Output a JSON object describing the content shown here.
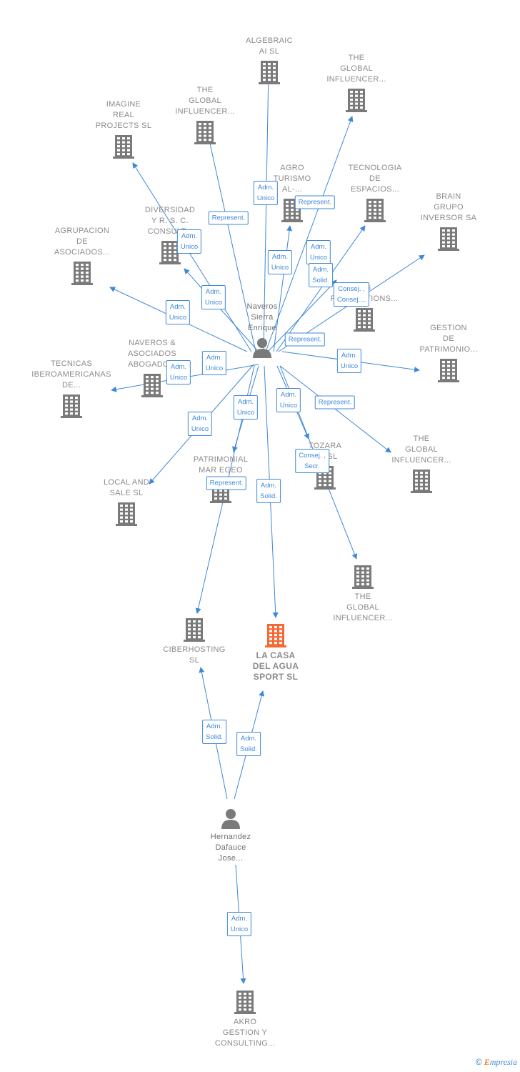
{
  "colors": {
    "edge": "#3f88d8",
    "company": "#7a7a7a",
    "highlight": "#f46a35",
    "person": "#7a7a7a"
  },
  "nodes": [
    {
      "id": "algebraic",
      "type": "company",
      "label": "ALGEBRAIC\nAI  SL"
    },
    {
      "id": "global1",
      "type": "company",
      "label": "THE\nGLOBAL\nINFLUENCER..."
    },
    {
      "id": "global2",
      "type": "company",
      "label": "THE\nGLOBAL\nINFLUENCER..."
    },
    {
      "id": "imagine",
      "type": "company",
      "label": "IMAGINE\nREAL\nPROJECTS  SL"
    },
    {
      "id": "agro",
      "type": "company",
      "label": "AGRO\nTURISMO\nAL-..."
    },
    {
      "id": "tecnologia",
      "type": "company",
      "label": "TECNOLOGIA\nDE\nESPACIOS..."
    },
    {
      "id": "brain",
      "type": "company",
      "label": "BRAIN\nGRUPO\nINVERSOR SA"
    },
    {
      "id": "diversidad",
      "type": "company",
      "label": "DIVERSIDAD\nY R.  S. C.\nCONSULT..."
    },
    {
      "id": "agrupacion",
      "type": "company",
      "label": "AGRUPACION\nDE\nASOCIADOS..."
    },
    {
      "id": "productions",
      "type": "company",
      "label": "...G\nPRODUCTIONS..."
    },
    {
      "id": "gestion",
      "type": "company",
      "label": "GESTION\nDE\nPATRIMONIO..."
    },
    {
      "id": "naveros_asoc",
      "type": "company",
      "label": "NAVEROS &\nASOCIADOS\nABOGADO..."
    },
    {
      "id": "tecnicas",
      "type": "company",
      "label": "TECNICAS\nIBEROAMERICANAS\nDE..."
    },
    {
      "id": "global3",
      "type": "company",
      "label": "THE\nGLOBAL\nINFLUENCER..."
    },
    {
      "id": "tozara",
      "type": "company",
      "label": "TOZARA\n...S  SL"
    },
    {
      "id": "patrimonial",
      "type": "company",
      "label": "PATRIMONIAL\nMAR EGEO"
    },
    {
      "id": "local",
      "type": "company",
      "label": "LOCAL AND\nSALE SL"
    },
    {
      "id": "global4",
      "type": "company",
      "label": "THE\nGLOBAL\nINFLUENCER..."
    },
    {
      "id": "ciberhosting",
      "type": "company",
      "label": "CIBERHOSTING\nSL"
    },
    {
      "id": "lacasa",
      "type": "main",
      "label": "LA CASA\nDEL AGUA\nSPORT  SL"
    },
    {
      "id": "akro",
      "type": "company",
      "label": "AKRO\nGESTION Y\nCONSULTING..."
    },
    {
      "id": "naveros",
      "type": "person",
      "label": "Naveros\nSierra\nEnrique"
    },
    {
      "id": "hernandez",
      "type": "person",
      "label": "Hernandez\nDafauce\nJose..."
    }
  ],
  "badges": [
    {
      "text": "Adm.\nUnico"
    },
    {
      "text": "Represent."
    },
    {
      "text": "Adm.\nUnico"
    },
    {
      "text": "Represent."
    },
    {
      "text": "Adm.\nUnico"
    },
    {
      "text": "Adm.\nUnico"
    },
    {
      "text": "Adm.\nSolid."
    },
    {
      "text": "Adm.\nUnico"
    },
    {
      "text": "Consej. ,\nConsej...."
    },
    {
      "text": "Adm.\nUnico"
    },
    {
      "text": "Represent."
    },
    {
      "text": "Adm.\nUnico"
    },
    {
      "text": "Adm.\nUnico"
    },
    {
      "text": "Adm.\nUnico"
    },
    {
      "text": "Adm.\nUnico"
    },
    {
      "text": "Adm.\nUnico"
    },
    {
      "text": "Adm.\nUnico"
    },
    {
      "text": "Represent."
    },
    {
      "text": "Consej. ,\nSecr."
    },
    {
      "text": "Represent."
    },
    {
      "text": "Adm.\nSolid."
    },
    {
      "text": "Adm.\nSolid."
    },
    {
      "text": "Adm.\nSolid."
    },
    {
      "text": "Adm.\nUnico"
    }
  ],
  "footer": {
    "copyright": "©",
    "brand": "mpresia",
    "brand_initial": "E"
  }
}
